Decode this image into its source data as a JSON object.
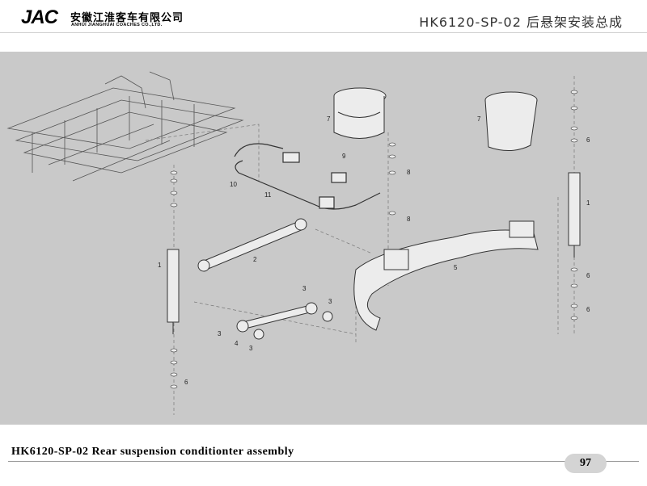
{
  "header": {
    "logo_mark": "JAC",
    "company_cn": "安徽江淮客车有限公司",
    "company_en": "ANHUI JIANGHUAI COACHES CO.,LTD.",
    "doc_title": "HK6120-SP-02 后悬架安装总成"
  },
  "drawing": {
    "callouts": [
      "7",
      "7",
      "6",
      "9",
      "8",
      "8",
      "10",
      "11",
      "1",
      "2",
      "5",
      "1",
      "6",
      "6",
      "3",
      "3",
      "3",
      "4",
      "3",
      "6"
    ]
  },
  "footer": {
    "title": "HK6120-SP-02 Rear suspension  conditionter assembly",
    "page_number": "97"
  },
  "colors": {
    "drawing_bg": "#c9c9c9",
    "part_fill": "#ececec",
    "line": "#333333"
  }
}
